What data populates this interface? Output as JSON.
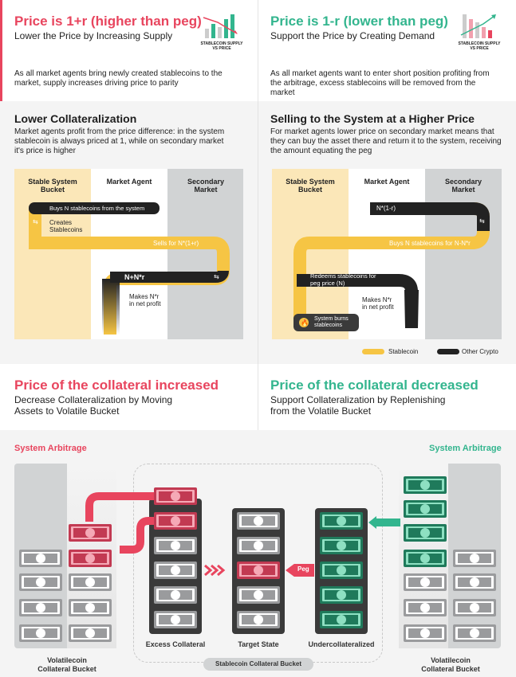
{
  "top_left": {
    "title": "Price is 1+r (higher than peg)",
    "subtitle": "Lower the Price by Increasing Supply",
    "badge": "STABLECOIN SUPPLY VS PRICE",
    "description": "As all market agents bring newly created stablecoins to the market, supply increases driving price to parity"
  },
  "top_right": {
    "title": "Price is 1-r (lower than peg)",
    "subtitle": "Support the Price by Creating Demand",
    "badge": "STABLECOIN SUPPLY VS PRICE",
    "description": "As all market agents want to enter short position profiting from the arbitrage, excess stablecoins will be removed from the market"
  },
  "mid_left": {
    "heading": "Lower Collateralization",
    "description": "Market agents profit from the price difference: in the system stablecoin is always priced at 1, while on secondary market it's price is higher",
    "columns": [
      "Stable System Bucket",
      "Market Agent",
      "Secondary Market"
    ],
    "steps": {
      "buys": "Buys N stablecoins from the system",
      "creates": "Creates Stablecoins",
      "sells": "Sells for N*(1+r)",
      "nr": "N+N*r",
      "profit": "Makes N*r in net profit"
    }
  },
  "mid_right": {
    "heading": "Selling to the System at a Higher Price",
    "description": "For market agents lower price on secondary market means that they can buy the asset there and return it to the system, receiving the amount equating the peg",
    "columns": [
      "Stable System Bucket",
      "Market Agent",
      "Secondary Market"
    ],
    "steps": {
      "n1r": "N*(1-r)",
      "buys": "Buys N stablecoins for N-N*r",
      "redeems": "Redeems stablecoins for peg price (N)",
      "profit": "Makes N*r in net profit",
      "burns": "System burns stablecoins"
    },
    "legend": [
      "Stablecoin",
      "Other Crypto"
    ]
  },
  "bottom_left": {
    "title": "Price of the collateral increased",
    "subtitle": "Decrease Collateralization by Moving Assets to Volatile Bucket"
  },
  "bottom_right": {
    "title": "Price of the collateral decreased",
    "subtitle": "Support Collateralization by Replenishing from the Volatile Bucket"
  },
  "bottom": {
    "arbitrage_left": "System Arbitrage",
    "arbitrage_right": "System Arbitrage",
    "excess": "Excess Collateral",
    "target": "Target State",
    "under": "Undercollateralized",
    "peg": "Peg",
    "bucket_label": "Stablecoin Collateral Bucket",
    "vol_left": "Volatilecoin Collateral Bucket",
    "vol_right": "Volatilecoin Collateral Bucket"
  },
  "colors": {
    "red": "#e8455e",
    "green": "#33b58e",
    "yellow": "#f6c544",
    "dark": "#222222",
    "grey": "#d1d3d4"
  }
}
